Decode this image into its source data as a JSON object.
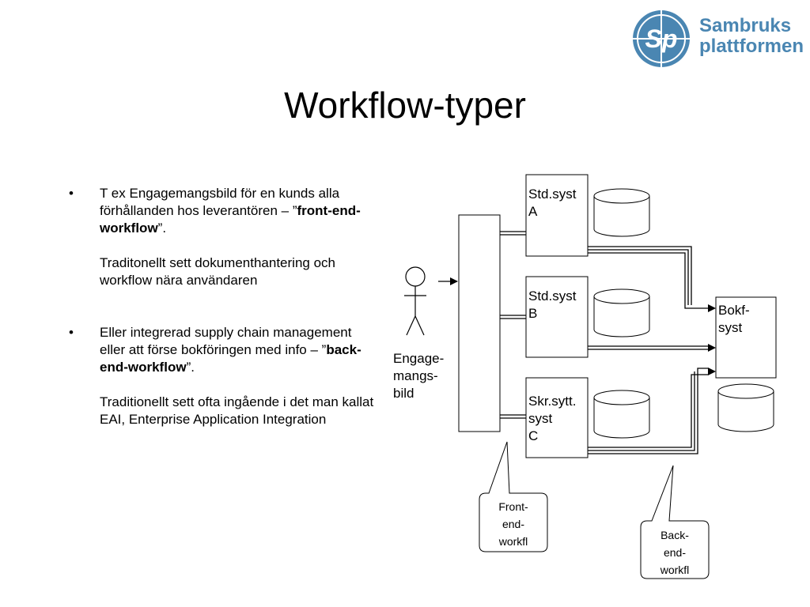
{
  "logo": {
    "line1": "Sambruks",
    "line2": "plattformen",
    "mark": "Sp"
  },
  "title": "Workflow-typer",
  "bullets": [
    {
      "marker": "•",
      "line_a": "T ex Engagemangsbild för en kunds alla förhållanden hos leverantören – ”",
      "bold": "front-end-workflow",
      "line_b": "”.",
      "sub": "Traditonellt sett dokumenthantering och workflow nära användaren"
    },
    {
      "marker": "•",
      "line_a": "Eller integrerad supply chain management eller att förse bokföringen med info – ”",
      "bold": "back-end-workflow",
      "line_b": "”.",
      "sub": "Traditionellt sett ofta ingående i det man kallat EAI, Enterprise Application Integration"
    }
  ],
  "diagram": {
    "person_label": [
      "Engage-",
      "mangs-",
      "bild"
    ],
    "system_a": [
      "Std.syst",
      "A"
    ],
    "system_b": [
      "Std.syst",
      "B"
    ],
    "system_c": [
      "Skr.sytt.",
      "syst",
      "C"
    ],
    "bokf": [
      "Bokf-",
      "syst"
    ],
    "callout_front": [
      "Front-",
      "end-",
      "workfl"
    ],
    "callout_back": [
      "Back-",
      "end-",
      "workfl"
    ]
  },
  "colors": {
    "logo_blue": "#4a86b2",
    "lines": "#000000"
  }
}
